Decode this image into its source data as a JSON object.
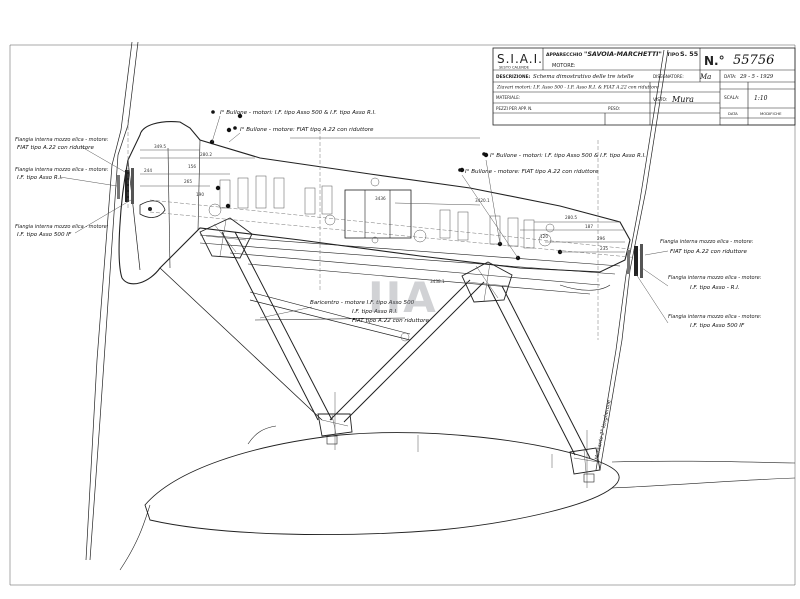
{
  "title_block": {
    "company": "S.I.A.I.",
    "location": "SESTO CALENDE",
    "apparecchio_label": "APPARECCHIO",
    "apparecchio_value": "\"SAVOIA-MARCHETTI\"",
    "tipo_label": "TIPO",
    "tipo_value": "S. 55",
    "motore_label": "MOTORE:",
    "drawing_no_label": "N.°",
    "drawing_no": "55756",
    "descrizione_label": "DESCRIZIONE:",
    "descrizione_line1": "Schema dimostrativo delle tre istelle",
    "descrizione_line2": "Ziavari motori: I.F. Asso 500 - I.F. Asso R.I. & FIAT A.22 con riduttore",
    "disegnatore_label": "DISEGNATORE:",
    "disegnatore_sig": "Ma",
    "data_label": "DATA:",
    "data_value": "29 - 5 - 1929",
    "materiale_label": "MATERIALE:",
    "visto_label": "VISTO:",
    "visto_sig": "Mura",
    "scala_label": "SCALA:",
    "scala_value": "1:10",
    "pezzi_label": "PEZZI PER APP. N.",
    "peso_label": "PESO:",
    "rev_data_label": "DATA",
    "rev_modifiche_label": "MODIFICHE"
  },
  "annotations": {
    "front_bulkhead_1": "I° Bullone - motori: I.F. tipo Asso 500 & I.F. tipo Asso R.I.",
    "front_bulkhead_2": "I° Bullone - motore: FIAT tipo A.22 con riduttore",
    "rear_bulkhead_1": "I° Bullone - motori: I.F. tipo Asso 500 & I.F. tipo Asso R.I.",
    "rear_bulkhead_2": "I° Bullone - motore: FIAT tipo A.22 con riduttore",
    "left_flange_1_a": "Flangia interna mozzo elica - motore:",
    "left_flange_1_b": "FIAT tipo A.22 con riduttore",
    "left_flange_2_a": "Flangia interna mozzo elica - motore:",
    "left_flange_2_b": "I.F. tipo Asso R.I.",
    "left_flange_3_a": "Flangia interna mozzo elica - motore:",
    "left_flange_3_b": "I.F. tipo Asso 500 IF",
    "right_flange_1_a": "Flangia interna mozzo elica - motore:",
    "right_flange_1_b": "FIAT tipo A.22 con riduttore",
    "right_flange_2_a": "Flangia interna mozzo elica - motore:",
    "right_flange_2_b": "I.F. tipo Asso - R.I.",
    "right_flange_3_a": "Flangia interna mozzo elica - motore:",
    "right_flange_3_b": "I.F. tipo Asso 500 IF",
    "baricentro_1": "Baricentro - motore I.F. tipo Asso 500",
    "baricentro_2": "I.F. tipo Asso R.I.",
    "baricentro_3": "FIAT tipo A.22 con riduttore",
    "strut_label": "Montante 2° longherone"
  },
  "dimensions": {
    "d1": "349.5",
    "d2": "280.2",
    "d3": "244",
    "d4": "265",
    "d5": "190",
    "d6": "3420.1",
    "d7": "3436",
    "d8": "3438.1",
    "d9": "280.5",
    "d10": "187",
    "d11": "296",
    "d12": "235",
    "d13": "120",
    "d14": "156"
  },
  "watermark": "IIA"
}
